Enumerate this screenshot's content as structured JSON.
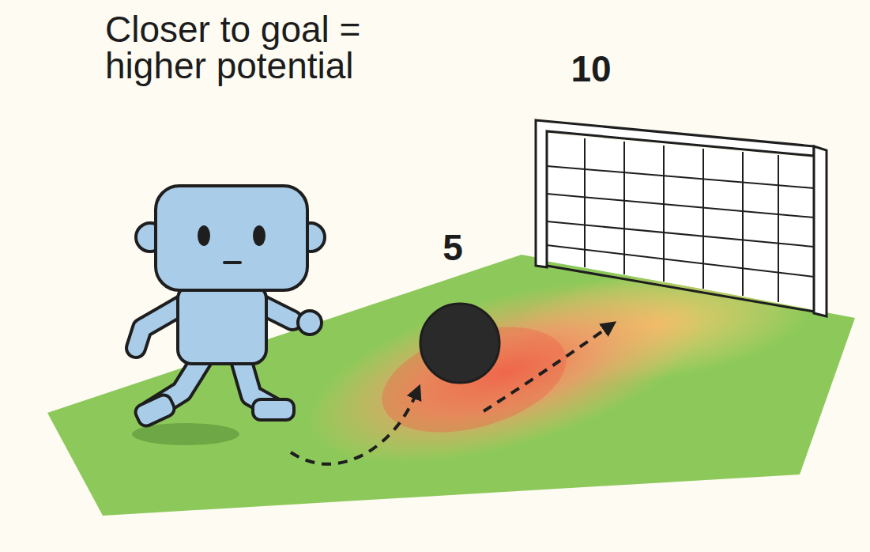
{
  "diagram": {
    "title": "Closer to goal = higher potential",
    "labels": [
      "10",
      "5"
    ]
  }
}
